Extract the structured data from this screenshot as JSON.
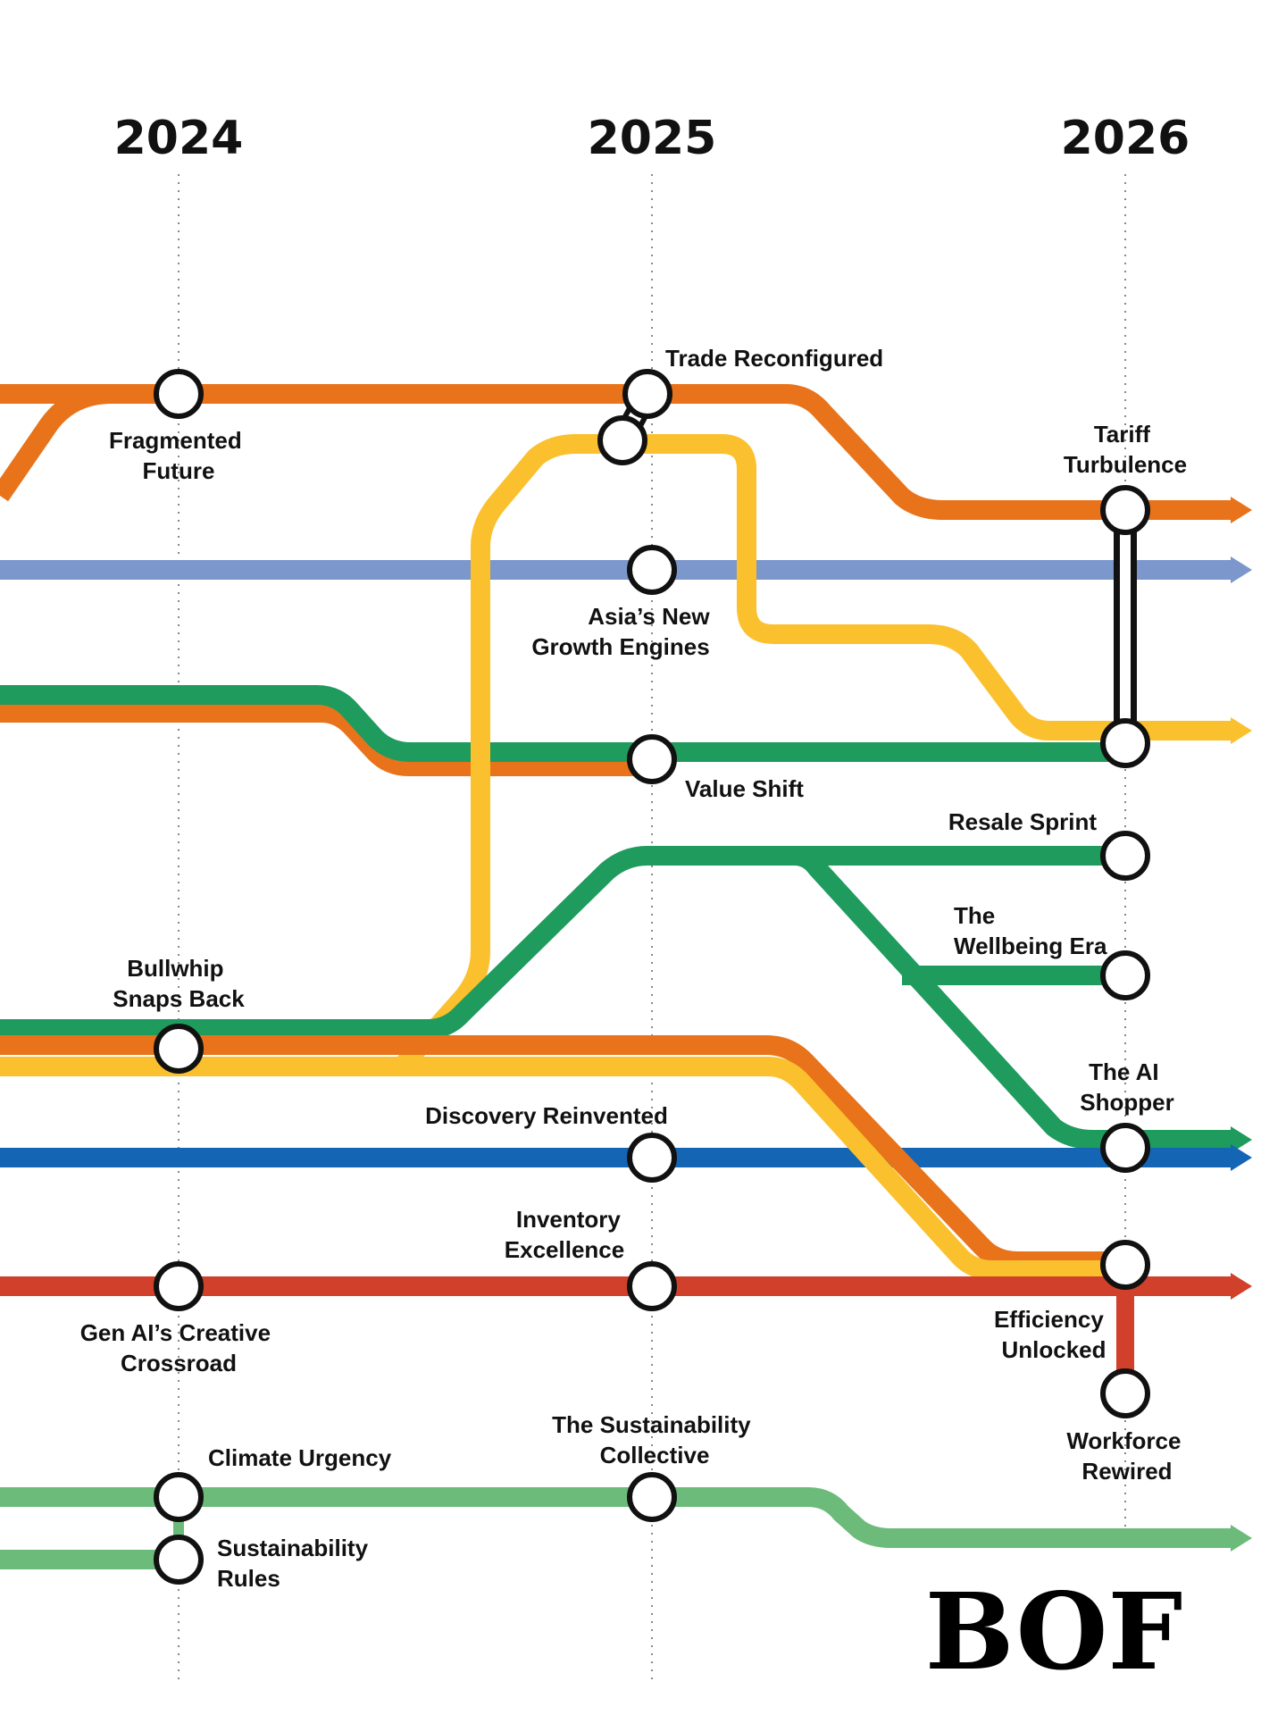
{
  "colors": {
    "orange": "#E8731A",
    "yellow": "#FBC02D",
    "lightblue": "#7B97CC",
    "green": "#1E9B5D",
    "blue": "#1565B5",
    "red": "#D0402B",
    "lightgreen": "#6DBB7A"
  },
  "years": [
    "2024",
    "2025",
    "2026"
  ],
  "stations": {
    "fragmented_future": [
      "Fragmented",
      "Future"
    ],
    "trade_reconfigured": [
      "Trade Reconfigured"
    ],
    "tariff_turbulence": [
      "Tariff",
      "Turbulence"
    ],
    "asias_new_growth_engines": [
      "Asia’s New",
      "Growth Engines"
    ],
    "value_shift": [
      "Value Shift"
    ],
    "resale_sprint": [
      "Resale Sprint"
    ],
    "the_wellbeing_era": [
      "The",
      "Wellbeing Era"
    ],
    "bullwhip_snaps_back": [
      "Bullwhip",
      "Snaps Back"
    ],
    "the_ai_shopper": [
      "The AI",
      "Shopper"
    ],
    "discovery_reinvented": [
      "Discovery Reinvented"
    ],
    "inventory_excellence": [
      "Inventory",
      "Excellence"
    ],
    "gen_ais_creative_crossroad": [
      "Gen AI’s Creative",
      "Crossroad"
    ],
    "efficiency_unlocked": [
      "Efficiency",
      "Unlocked"
    ],
    "workforce_rewired": [
      "Workforce",
      "Rewired"
    ],
    "climate_urgency": [
      "Climate Urgency"
    ],
    "the_sustainability_collective": [
      "The Sustainability",
      "Collective"
    ],
    "sustainability_rules": [
      "Sustainability",
      "Rules"
    ]
  },
  "logo": {
    "text": "BOF"
  }
}
